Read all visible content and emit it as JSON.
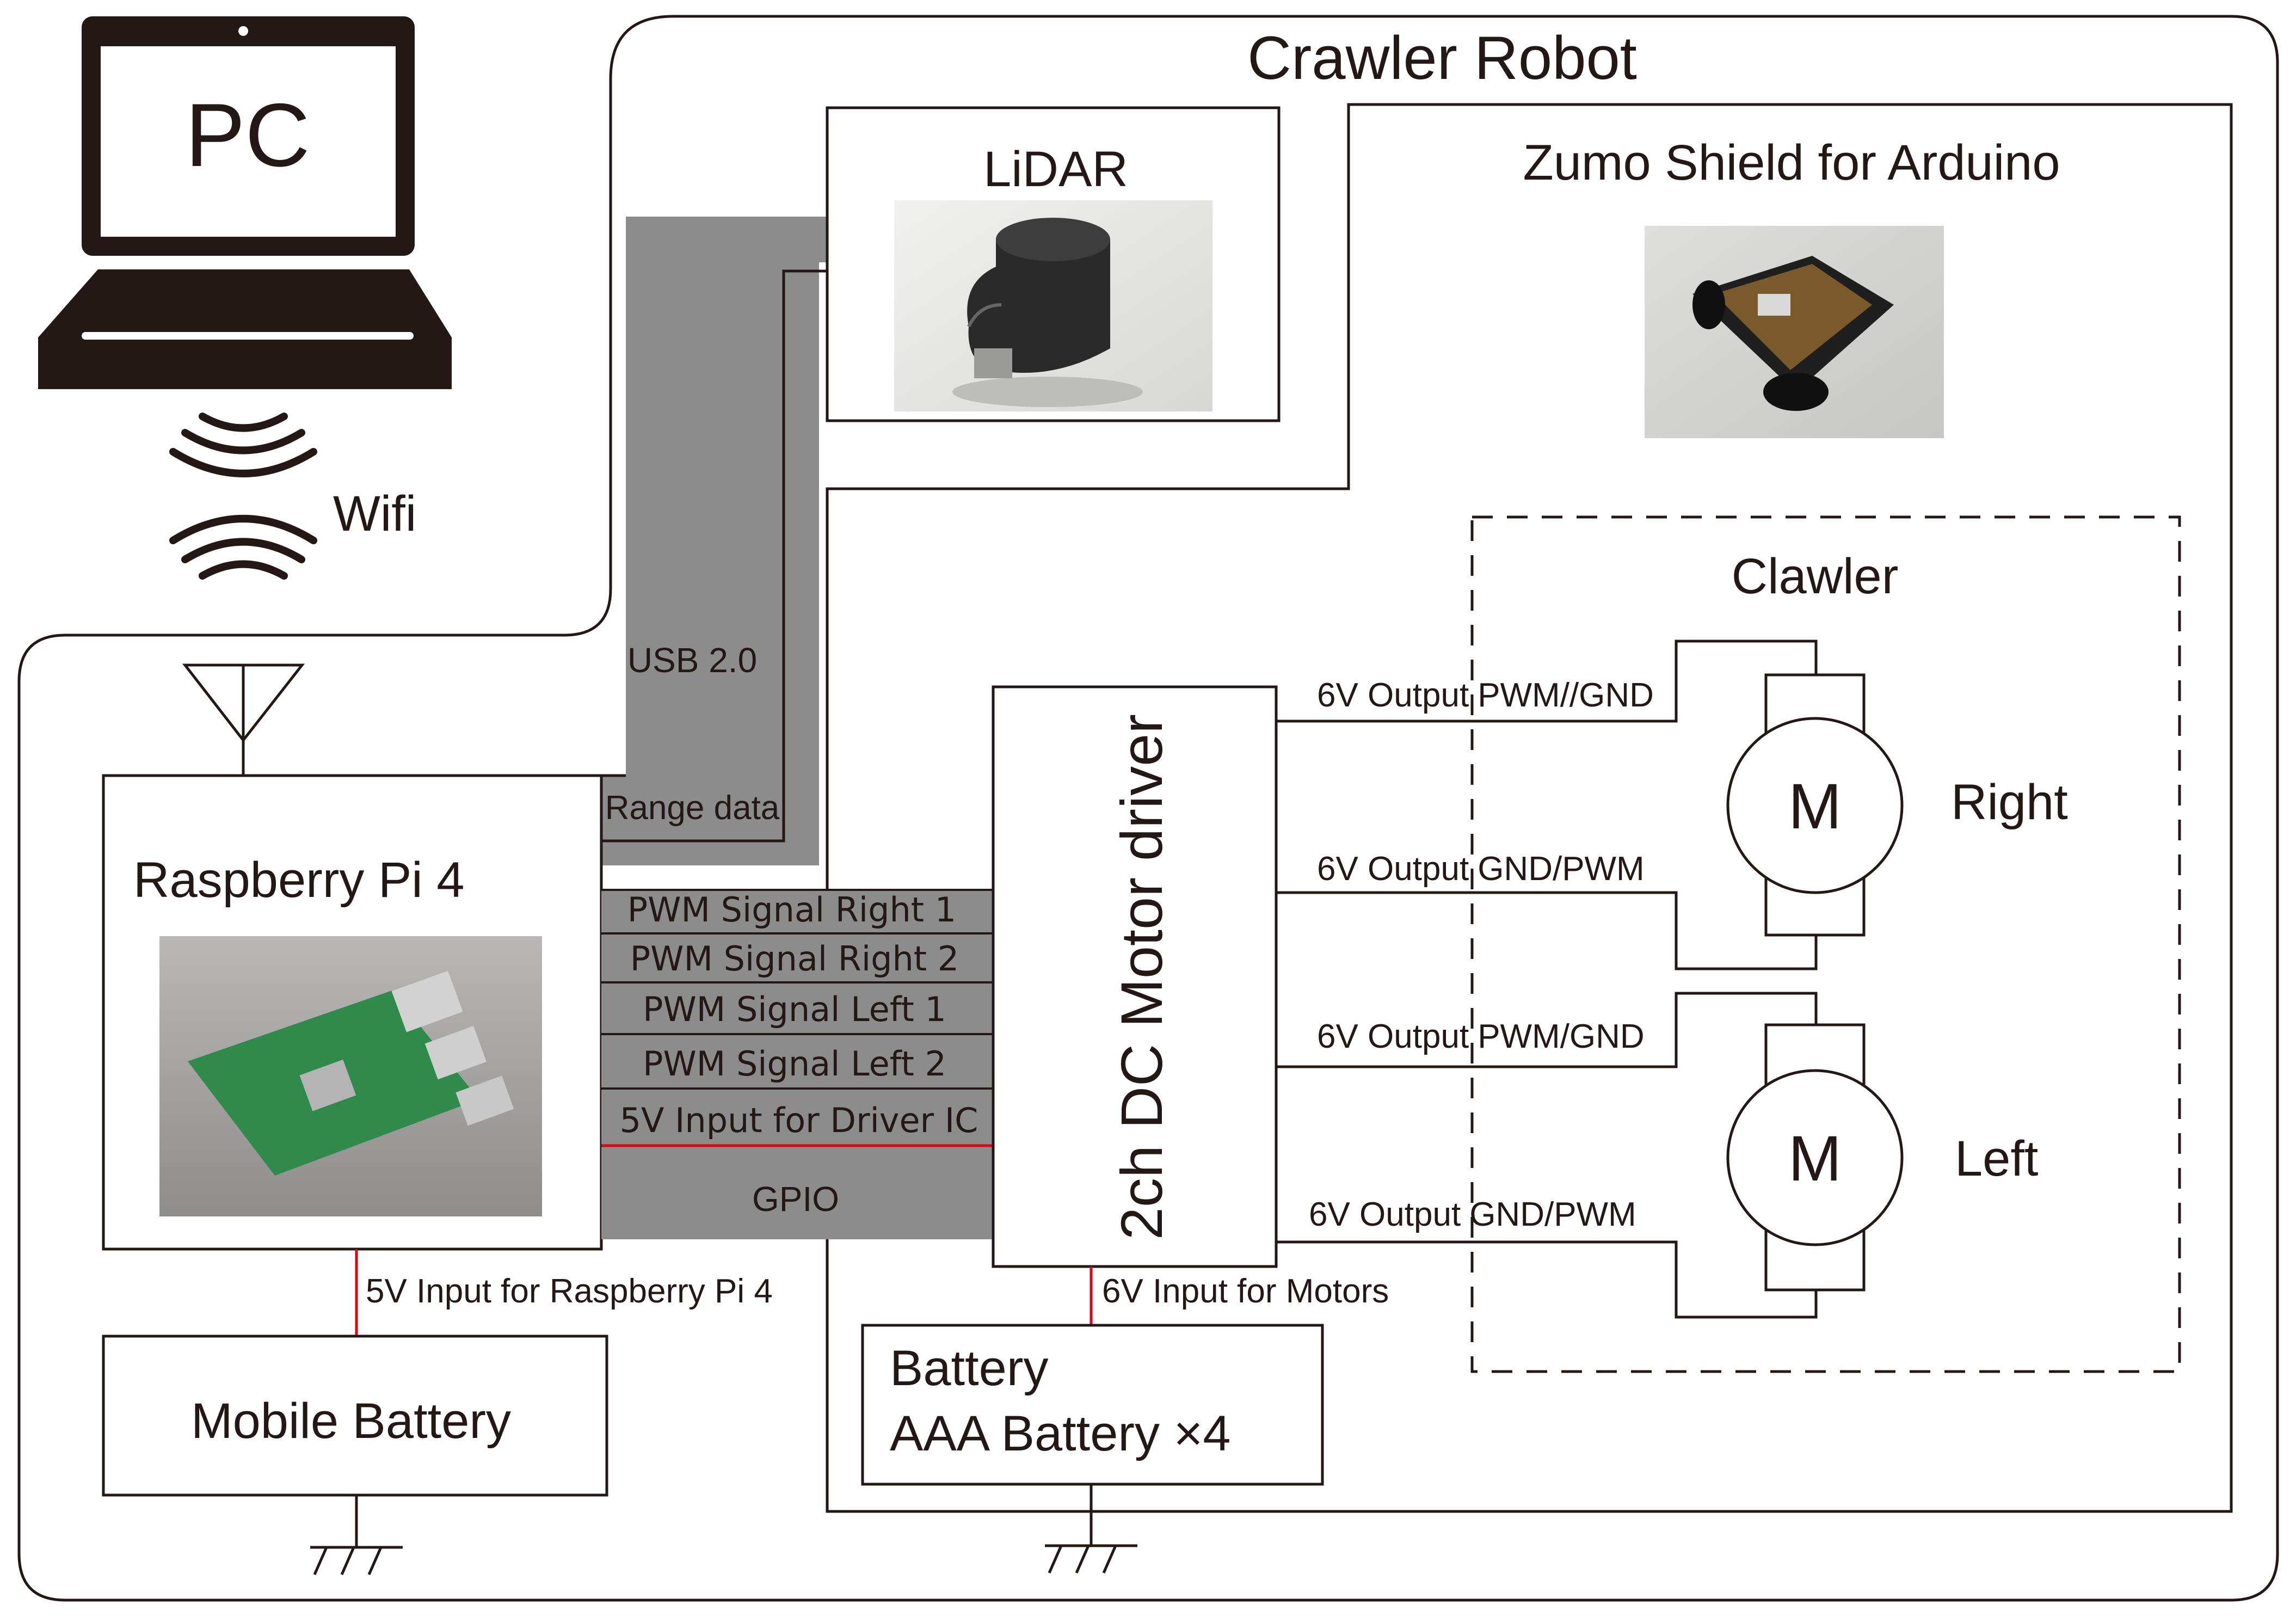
{
  "pc": {
    "label": "PC"
  },
  "wifi": {
    "label": "Wifi"
  },
  "robot": {
    "title": "Crawler Robot"
  },
  "lidar": {
    "title": "LiDAR"
  },
  "zumo": {
    "title": "Zumo Shield for Arduino"
  },
  "crawler_group": {
    "title": "Clawler"
  },
  "bus": {
    "usb": "USB 2.0",
    "range": "Range data",
    "gpio": "GPIO"
  },
  "signals": [
    "PWM Signal Right 1",
    "PWM Signal Right 2",
    "PWM Signal Left 1",
    "PWM Signal Left 2",
    "5V Input for Driver IC"
  ],
  "raspberry": {
    "title": "Raspberry Pi 4",
    "power": "5V Input for Raspberry Pi 4"
  },
  "mobile_battery": {
    "label": "Mobile Battery"
  },
  "driver": {
    "title": "2ch DC Motor driver",
    "power": "6V Input for Motors"
  },
  "battery": {
    "line1": "Battery",
    "line2": "AAA Battery ×4"
  },
  "outputs": [
    {
      "prefix": "6V Output",
      "value": "PWM//GND"
    },
    {
      "prefix": "6V Output",
      "value": "GND/PWM"
    },
    {
      "prefix": "6V Output",
      "value": "PWM/GND"
    },
    {
      "prefix": "6V  Output",
      "value": "GND/PWM"
    }
  ],
  "motors": [
    {
      "symbol": "M",
      "name": "Right"
    },
    {
      "symbol": "M",
      "name": "Left"
    }
  ],
  "colors": {
    "bus": "#8c8c8c",
    "power_line": "#e50012",
    "ink": "#231815"
  }
}
